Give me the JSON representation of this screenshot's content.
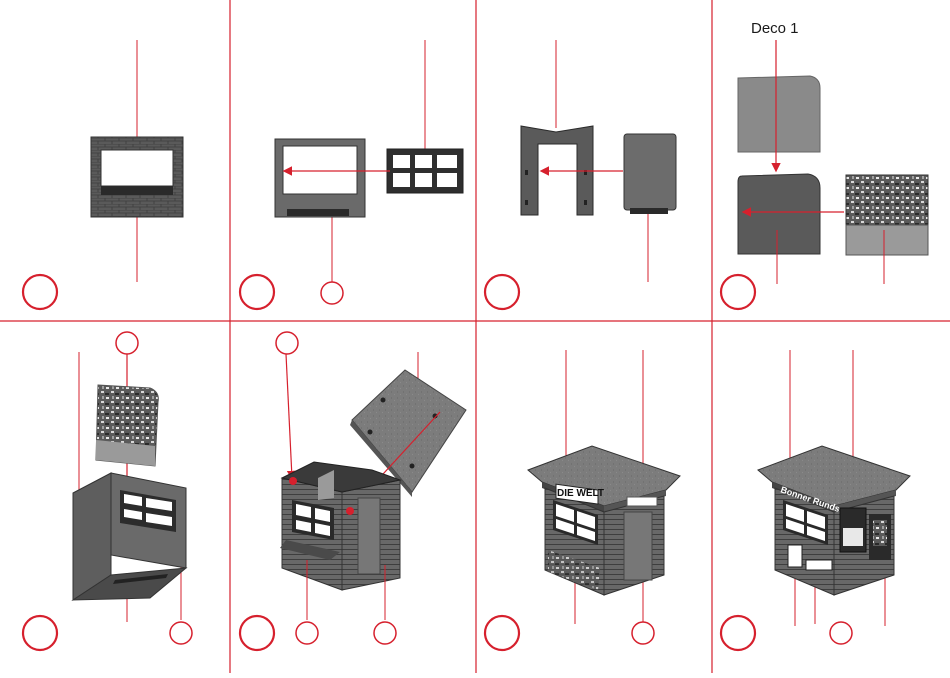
{
  "labels": {
    "deco": "Deco 1"
  },
  "signs": {
    "newspaper": "DIE WELT",
    "bonner": "Bonner Rundschau"
  },
  "colors": {
    "guide": "#d6202d",
    "wall": "#5c5c5c",
    "wall_dark": "#3a3a3a",
    "roof": "#7a7a7a",
    "panel": "#6e6e6e"
  }
}
